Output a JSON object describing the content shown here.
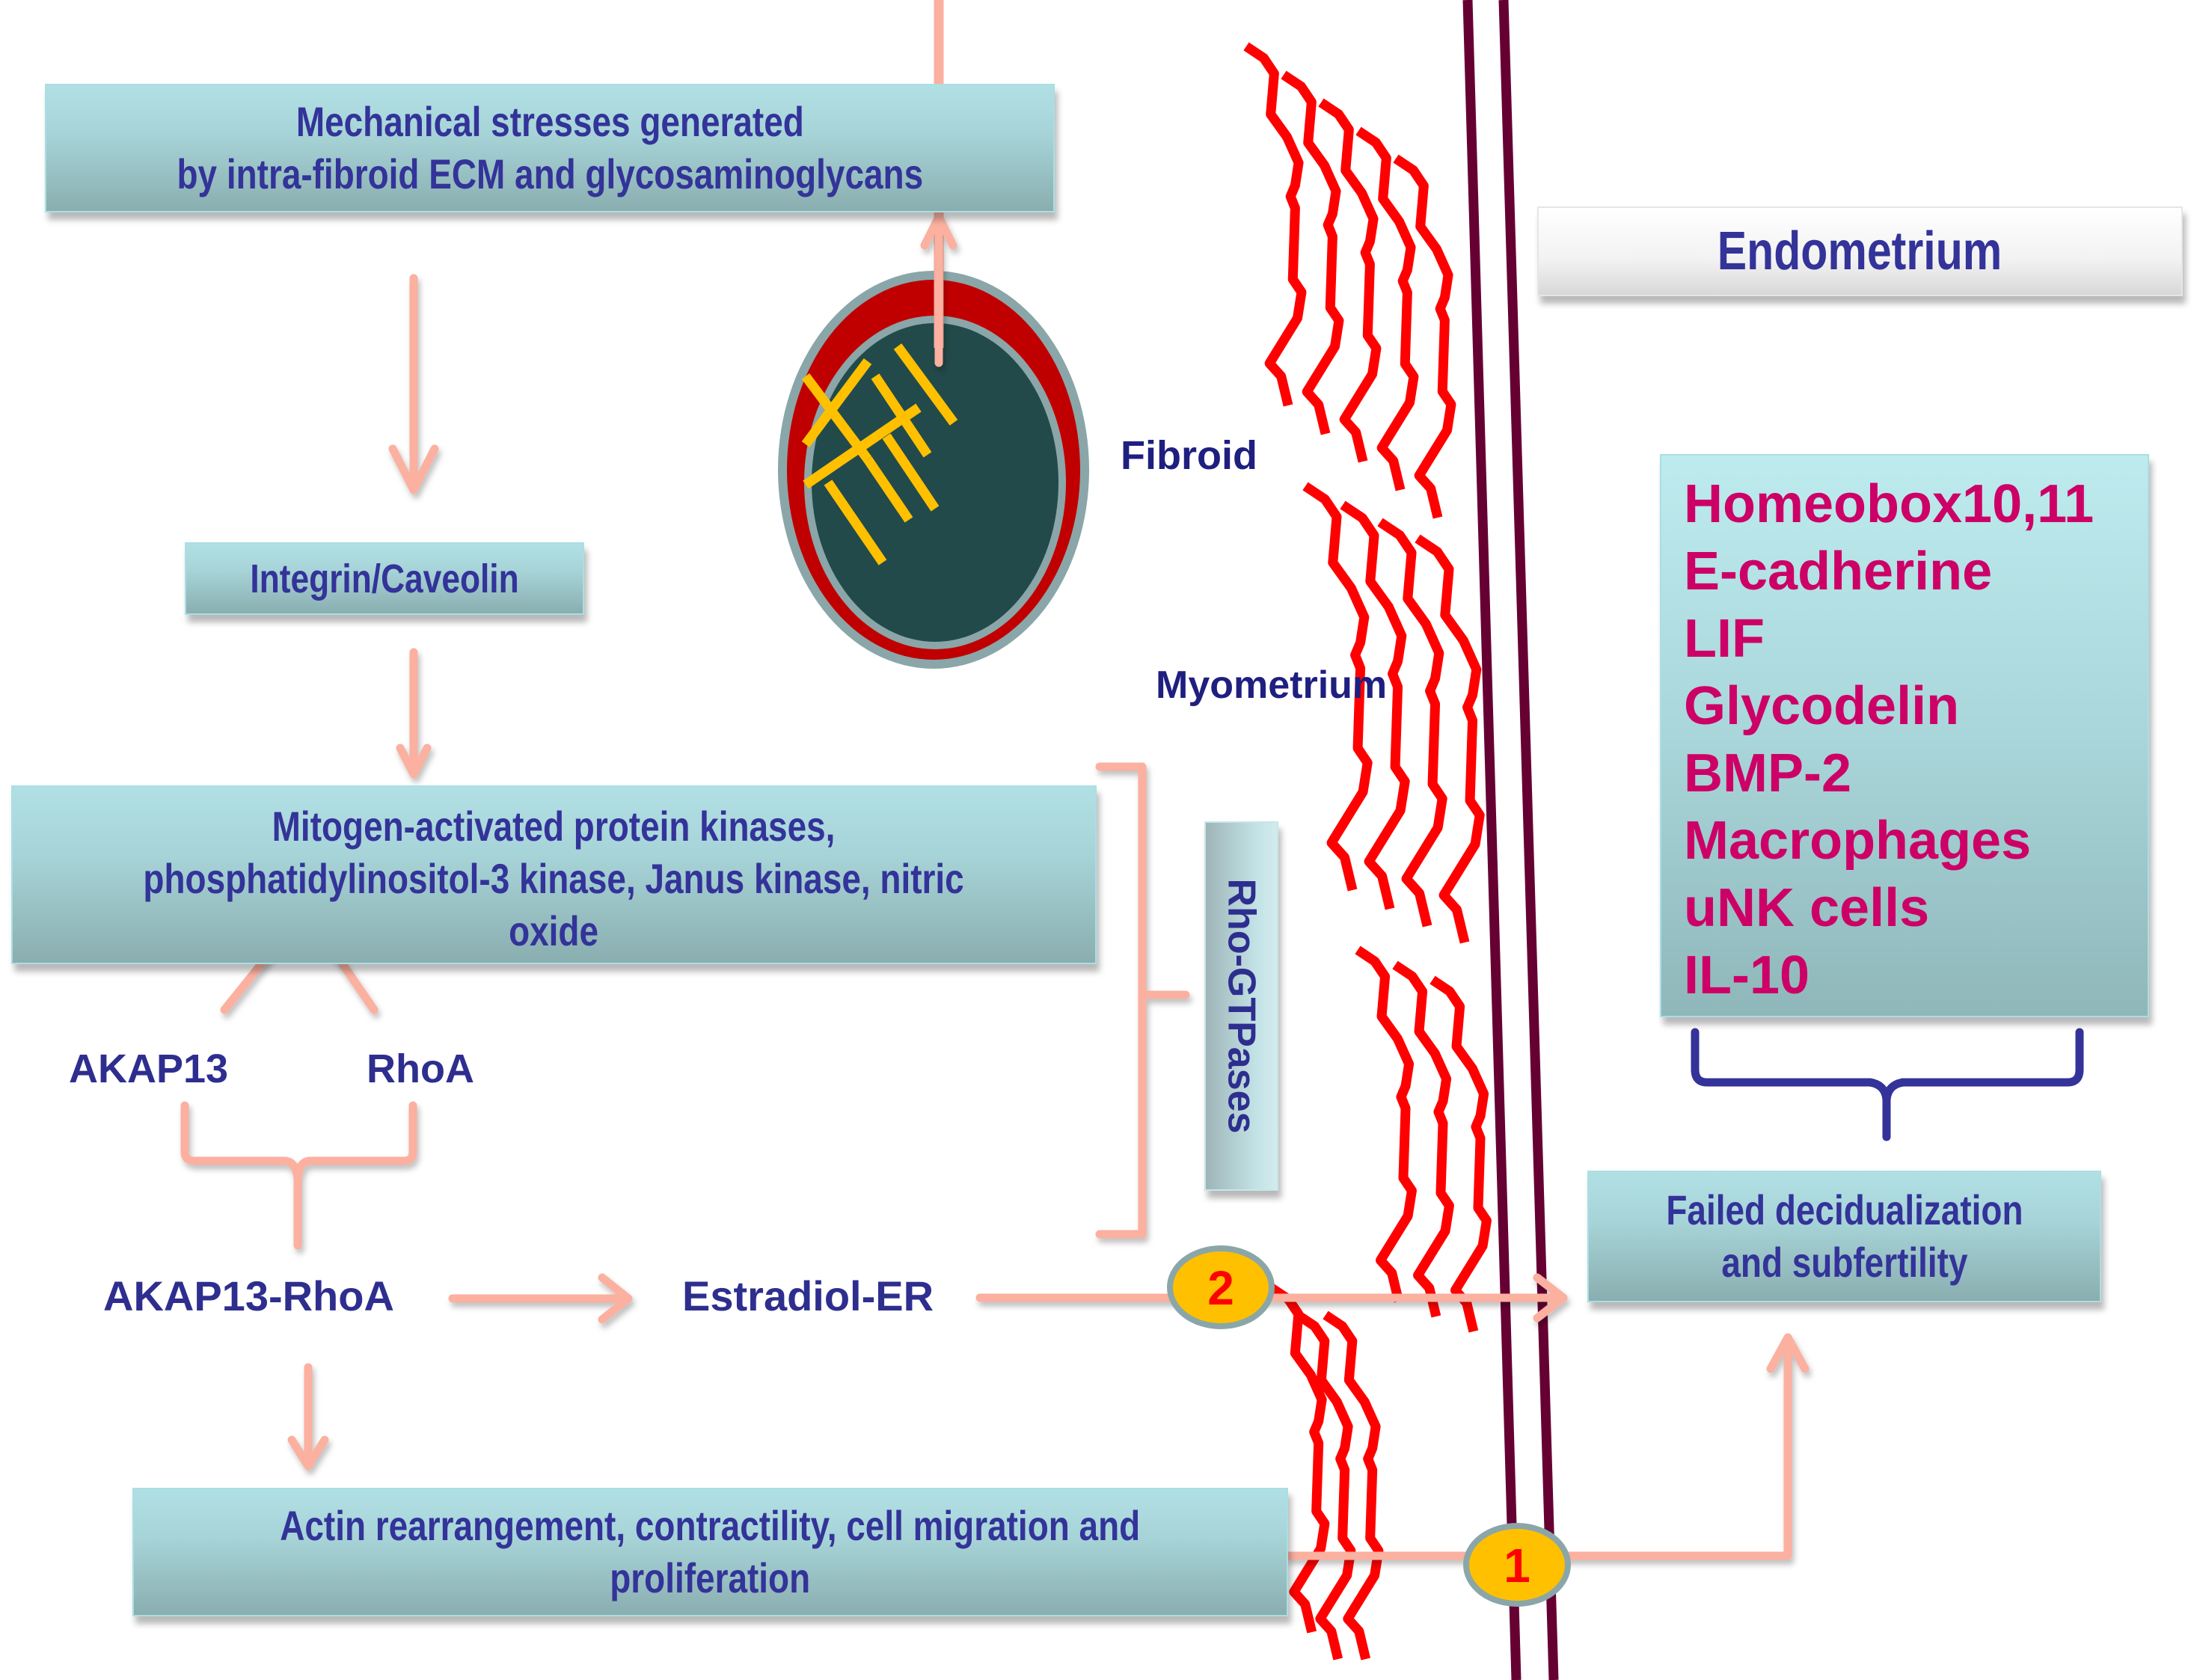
{
  "diagram": {
    "boxes": {
      "mechanical_stress": [
        "Mechanical stresses generated",
        "by intra-fibroid ECM and glycosaminoglycans"
      ],
      "integrin": "Integrin/Caveolin",
      "kinases": [
        "Mitogen-activated protein kinases,",
        "phosphatidylinositol-3 kinase, Janus kinase, nitric",
        "oxide"
      ],
      "actin": [
        "Actin rearrangement, contractility, cell migration and",
        "proliferation"
      ],
      "failed": [
        "Failed decidualization",
        "and subfertility"
      ],
      "endometrium": "Endometrium",
      "rho_gtpases": "Rho-GTPases"
    },
    "labels": {
      "akap13": "AKAP13",
      "rhoa": "RhoA",
      "akap13_rhoa": "AKAP13-RhoA",
      "estradiol_er": "Estradiol-ER",
      "fibroid": "Fibroid",
      "myometrium": "Myometrium"
    },
    "endometrial_factors": [
      "Homeobox10,11",
      "E-cadherine",
      "LIF",
      "Glycodelin",
      "BMP-2",
      "Macrophages",
      "uNK cells",
      "IL-10"
    ],
    "pathway_markers": [
      {
        "number": "1",
        "meaning": "actin pathway to failed decidualization"
      },
      {
        "number": "2",
        "meaning": "estradiol-ER pathway to failed decidualization"
      }
    ],
    "colors": {
      "box_text": "#333399",
      "factor_text": "#cc0066",
      "arrow": "#fbb0a0",
      "squiggle": "#ff0000",
      "membrane_line": "#660033",
      "marker_fill": "#ffc000",
      "marker_border": "#8aa6a8",
      "marker_text": "#ff0000",
      "fibroid_outer": "#c00000",
      "fibroid_inner": "#224a4a",
      "fibroid_fibers": "#ffc000",
      "brace_blue": "#333399"
    }
  }
}
